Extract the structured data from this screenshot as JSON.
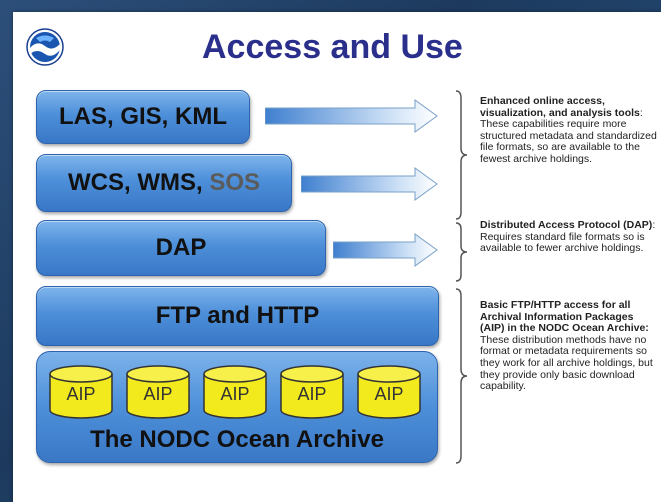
{
  "title": "Access and Use",
  "layers": [
    {
      "label": "LAS, GIS, KML"
    },
    {
      "label_main": "WCS, WMS, ",
      "label_accent": "SOS"
    },
    {
      "label": "DAP"
    },
    {
      "label": "FTP and HTTP"
    }
  ],
  "archive": {
    "label": "The NODC Ocean Archive",
    "packages": [
      "AIP",
      "AIP",
      "AIP",
      "AIP",
      "AIP"
    ]
  },
  "notes": [
    {
      "bold": "Enhanced online access, visualization, and analysis tools",
      "text": ": These capabilities require more structured metadata and standardized file formats, so are available to the fewest archive holdings."
    },
    {
      "bold": "Distributed Access Protocol (DAP)",
      "text": ": Requires standard file formats so is available to fewer archive holdings."
    },
    {
      "bold": "Basic FTP/HTTP access for all Archival Information Packages (AIP) in the NODC Ocean Archive:",
      "text": " These distribution methods have no format or metadata requirements so they work for all archive holdings, but they provide only basic download capability."
    }
  ],
  "colors": {
    "title": "#2b2f8c",
    "box_fill": "#4d8fd9",
    "cylinder_fill": "#f2ea1c",
    "background": "#1d3a5e"
  }
}
